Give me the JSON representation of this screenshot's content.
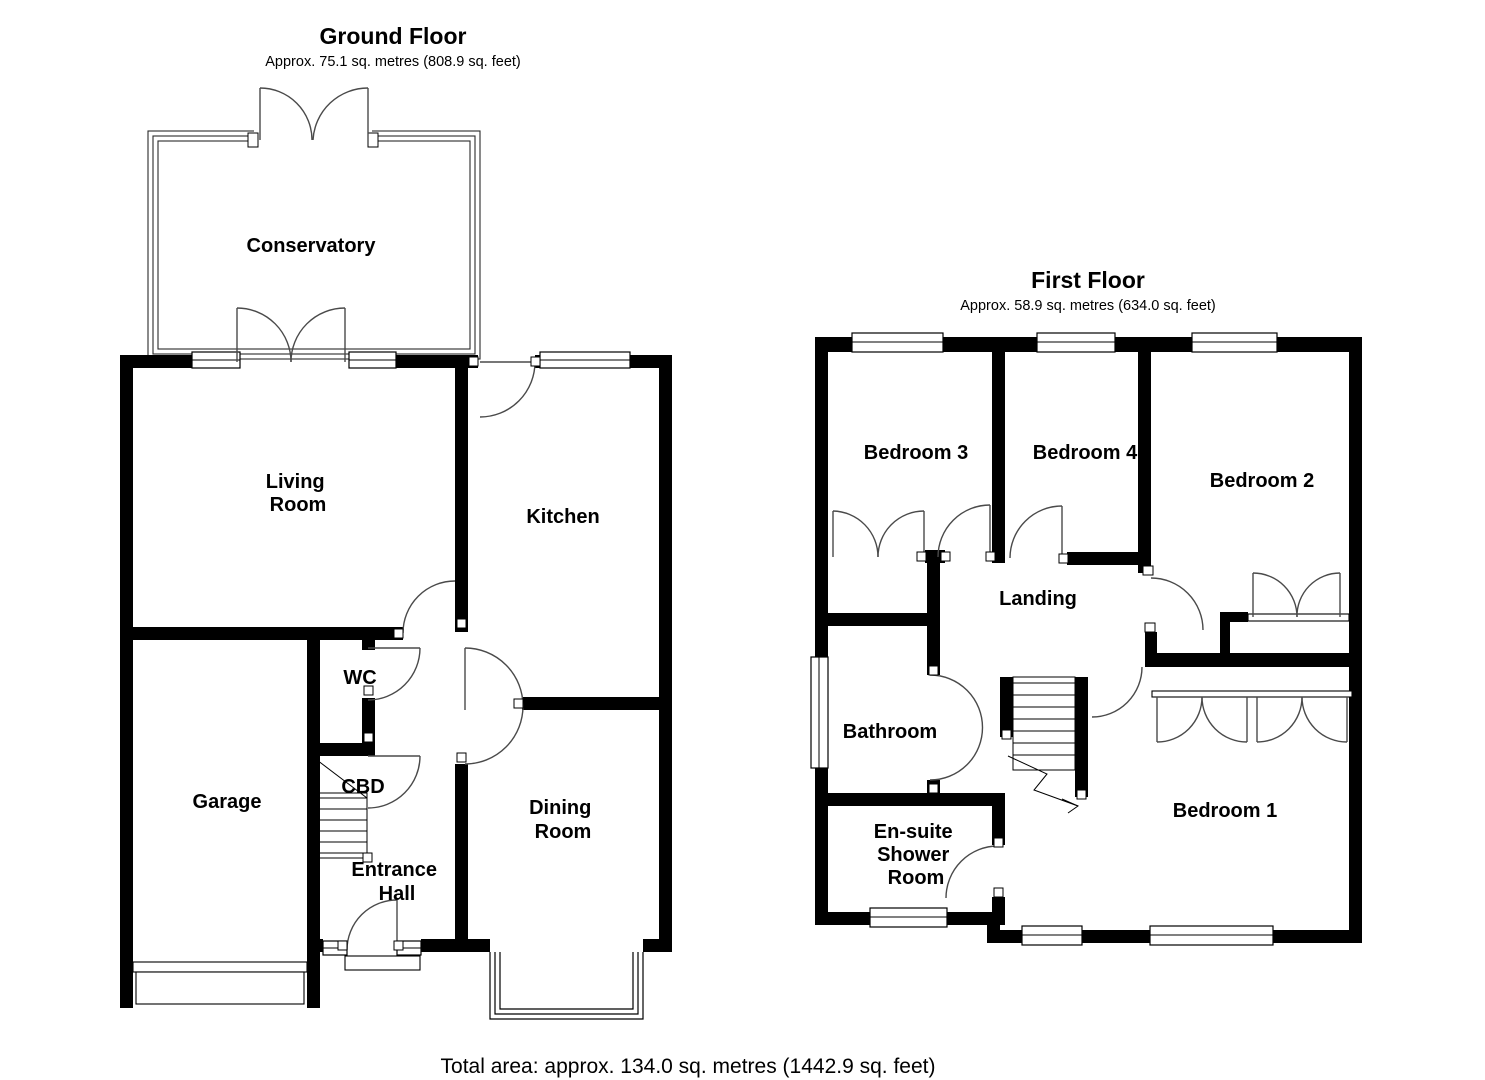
{
  "ground_floor": {
    "title": "Ground Floor",
    "area": "Approx. 75.1 sq. metres (808.9 sq. feet)",
    "rooms": {
      "conservatory": "Conservatory",
      "living_room": [
        "Living",
        "Room"
      ],
      "kitchen": "Kitchen",
      "wc": "WC",
      "garage": "Garage",
      "cbd": "CBD",
      "entrance_hall": [
        "Entrance",
        "Hall"
      ],
      "dining_room": [
        "Dining",
        "Room"
      ]
    }
  },
  "first_floor": {
    "title": "First Floor",
    "area": "Approx. 58.9 sq. metres (634.0 sq. feet)",
    "rooms": {
      "bedroom3": "Bedroom 3",
      "bedroom4": "Bedroom 4",
      "bedroom2": "Bedroom 2",
      "landing": "Landing",
      "bathroom": "Bathroom",
      "ensuite": [
        "En-suite",
        "Shower",
        "Room"
      ],
      "bedroom1": "Bedroom 1"
    }
  },
  "footer": {
    "total_area": "Total area: approx. 134.0 sq. metres (1442.9 sq. feet)"
  },
  "colors": {
    "wall": "#000000",
    "background": "#ffffff",
    "door_arc": "#4a4a4a"
  }
}
